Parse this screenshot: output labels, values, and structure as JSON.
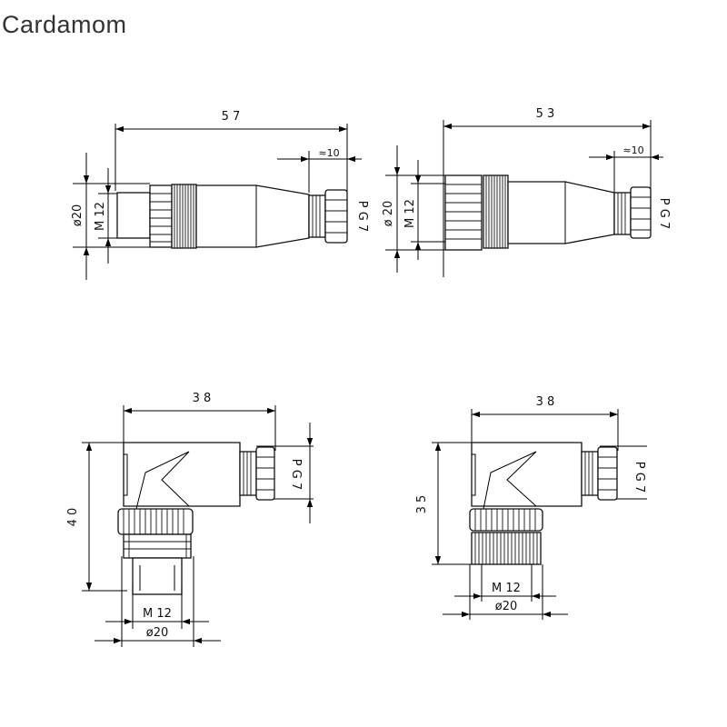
{
  "brand": "Cardamom",
  "drawings": {
    "straight_male": {
      "length": "5 7",
      "tail": "≈10",
      "dia": "ø20",
      "thread": "M 12",
      "gland": "P G 7"
    },
    "straight_female": {
      "length": "5 3",
      "tail": "≈10",
      "dia": "ø 20",
      "thread": "M 12",
      "gland": "P G 7"
    },
    "angled_male": {
      "width": "3 8",
      "height": "4 0",
      "gland": "P G 7",
      "thread": "M 12",
      "dia": "ø20"
    },
    "angled_female": {
      "width": "3 8",
      "height": "3 5",
      "gland": "P G 7",
      "thread": "M 12",
      "dia": "ø20"
    }
  }
}
